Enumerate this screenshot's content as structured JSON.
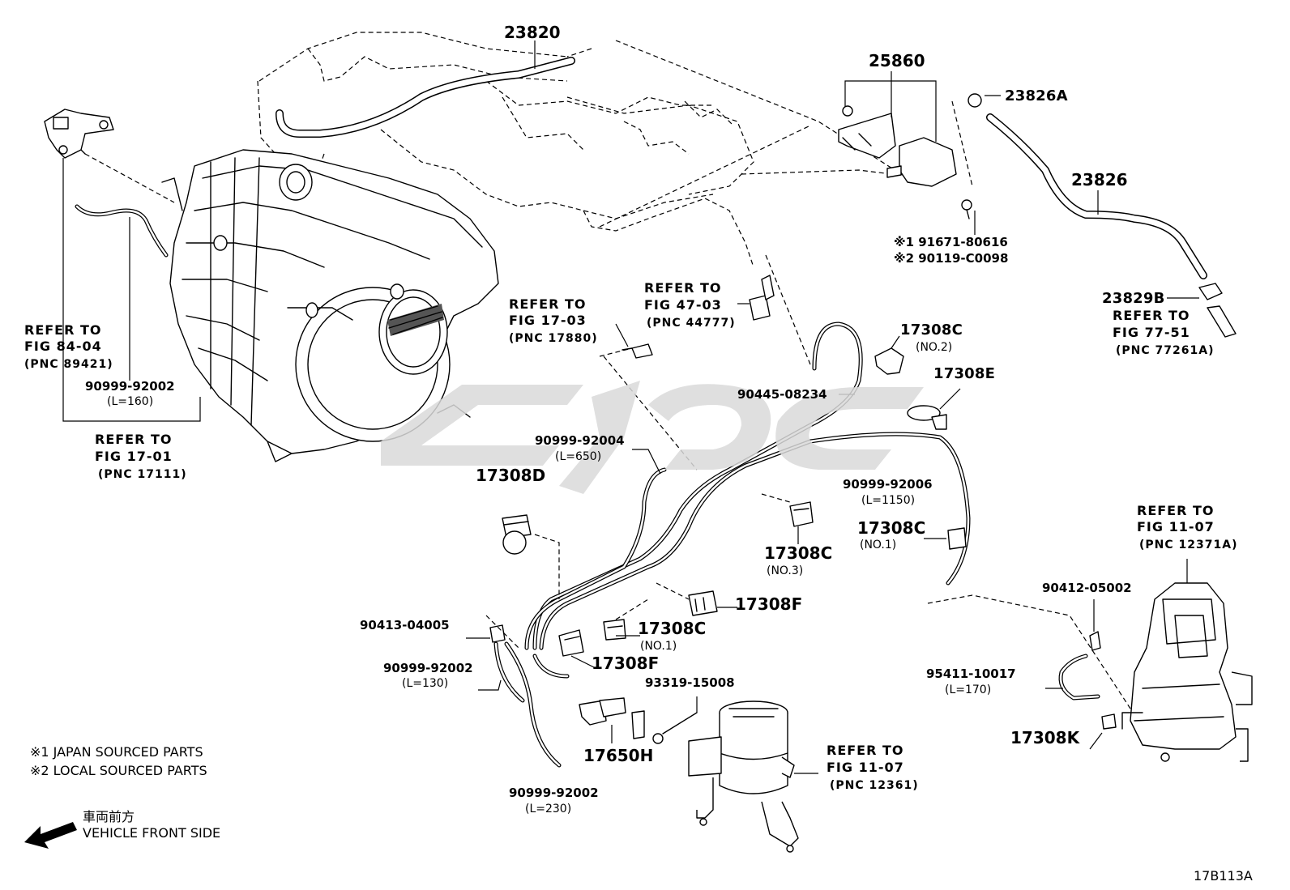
{
  "diagram": {
    "part_labels": {
      "p23820": "23820",
      "p25860": "25860",
      "p23826A": "23826A",
      "p23826": "23826",
      "p23829B": "23829B",
      "p17308C_no2": "17308C",
      "no2": "(NO.2)",
      "p17308E": "17308E",
      "p90445": "90445-08234",
      "p90999_92004": "90999-92004",
      "l650": "(L=650)",
      "p17308D": "17308D",
      "p90999_92006": "90999-92006",
      "l1150": "(L=1150)",
      "p17308C_no1a": "17308C",
      "no1a": "(NO.1)",
      "p17308C_no3": "17308C",
      "no3": "(NO.3)",
      "p17308F_a": "17308F",
      "p17308C_no1b": "17308C",
      "no1b": "(NO.1)",
      "p17308F_b": "17308F",
      "p90413": "90413-04005",
      "p90999_92002_a": "90999-92002",
      "l130": "(L=130)",
      "p93319": "93319-15008",
      "p17650H": "17650H",
      "p90999_92002_b": "90999-92002",
      "l230": "(L=230)",
      "p90412": "90412-05002",
      "p95411": "95411-10017",
      "l170": "(L=170)",
      "p17308K": "17308K",
      "p90999_92002_c": "90999-92002",
      "l160": "(L=160)",
      "bolt1": "※1 91671-80616",
      "bolt2": "※2 90119-C0098"
    },
    "references": {
      "r8404": [
        "REFER TO",
        "FIG 84-04",
        "(PNC 89421)"
      ],
      "r1701": [
        "REFER TO",
        "FIG 17-01",
        "(PNC 17111)"
      ],
      "r1703": [
        "REFER TO",
        "FIG 17-03",
        "(PNC 17880)"
      ],
      "r4703": [
        "REFER TO",
        "FIG 47-03",
        "(PNC 44777)"
      ],
      "r7751": [
        "REFER TO",
        "FIG 77-51",
        "(PNC 77261A)"
      ],
      "r1107a": [
        "REFER TO",
        "FIG 11-07",
        "(PNC 12371A)"
      ],
      "r1107b": [
        "REFER TO",
        "FIG 11-07",
        "(PNC 12361)"
      ]
    },
    "notes": {
      "note1": "※1 JAPAN SOURCED PARTS",
      "note2": "※2 LOCAL SOURCED PARTS",
      "front_jp": "車両前方",
      "front_en": "VEHICLE FRONT SIDE",
      "figure_id": "17B113A"
    },
    "icons": {
      "front_arrow": "arrow-left-down-icon",
      "watermark": "watermark-logo"
    }
  }
}
